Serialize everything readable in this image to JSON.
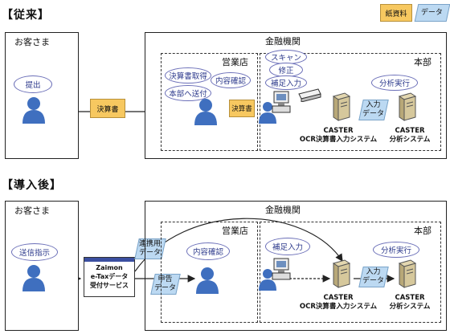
{
  "legend": {
    "doc": "紙資料",
    "data": "データ"
  },
  "before": {
    "title": "【従来】",
    "customer": {
      "title": "お客さま",
      "action": "提出"
    },
    "doc_label": "決算書",
    "bank": {
      "title": "金融機関",
      "branch": {
        "title": "営業店",
        "tasks": [
          "決算書取得",
          "内容確認",
          "本部へ送付"
        ],
        "doc_label": "決算書"
      },
      "hq": {
        "title": "本部",
        "tasks": [
          "スキャン",
          "修正",
          "補足入力"
        ],
        "analysis": "分析実行"
      },
      "input_data": "入力\nデータ",
      "caster_ocr": {
        "name": "CASTER",
        "system": "OCR決算書入力システム"
      },
      "caster_analysis": {
        "name": "CASTER",
        "system": "分析システム"
      }
    }
  },
  "after": {
    "title": "【導入後】",
    "customer": {
      "title": "お客さま",
      "action": "送信指示"
    },
    "service": {
      "line1": "Zaimon",
      "line2": "e-Taxデータ",
      "line3": "受付サービス"
    },
    "link_data": "連携用\nデータ",
    "filing_data": "申告\nデータ",
    "bank": {
      "title": "金融機関",
      "branch": {
        "title": "営業店",
        "task": "内容確認"
      },
      "hq": {
        "title": "本部",
        "task": "補足入力",
        "analysis": "分析実行"
      },
      "input_data": "入力\nデータ",
      "caster_ocr": {
        "name": "CASTER",
        "system": "OCR決算書入力システム"
      },
      "caster_analysis": {
        "name": "CASTER",
        "system": "分析システム"
      }
    }
  },
  "colors": {
    "doc": "#f7c860",
    "data": "#bcd9f2",
    "pill_border": "#6b6fb8",
    "person": "#3f6fbf",
    "server": "#c9b98a"
  }
}
